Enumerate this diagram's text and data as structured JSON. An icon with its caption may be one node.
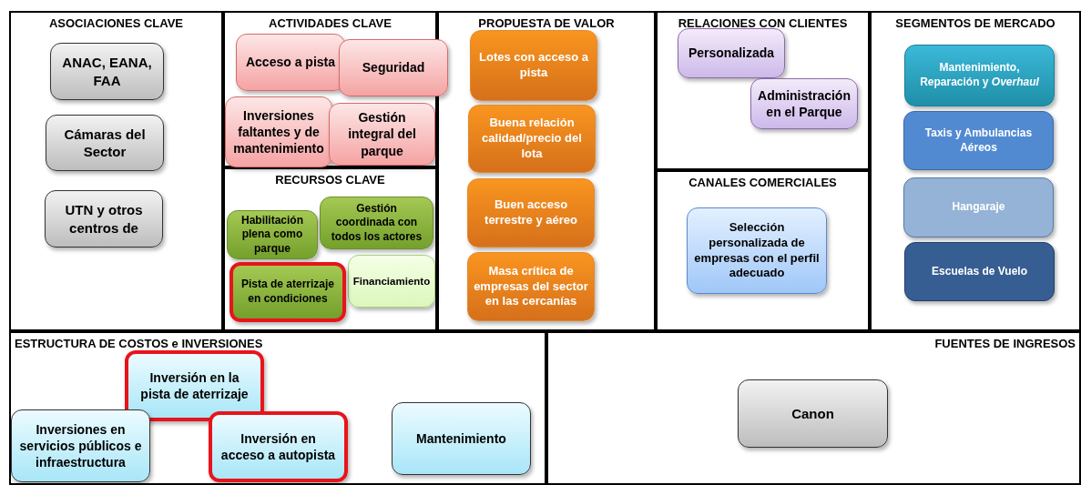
{
  "diagram": {
    "nodes": [
      {
        "text": [
          "ASOCIACIONES CLAVE"
        ]
      },
      {
        "text": [
          "ANAC, EANA, FAA"
        ],
        "in": 0
      },
      {
        "text": [
          "Cámaras del Sector"
        ],
        "in": 0
      },
      {
        "text": [
          "UTN y otros centros de"
        ],
        "in": 0
      },
      {
        "text": [
          "ACTIVIDADES CLAVE"
        ]
      },
      {
        "text": [
          "Acceso a pista"
        ],
        "in": 4
      },
      {
        "text": [
          "Seguridad"
        ],
        "in": 4
      },
      {
        "text": [
          "Inversiones faltantes y de mantenimiento"
        ],
        "in": 4
      },
      {
        "text": [
          "Gestión integral del parque"
        ],
        "in": 4
      },
      {
        "text": [
          "RECURSOS CLAVE"
        ]
      },
      {
        "text": [
          "Habilitación plena como parque"
        ],
        "in": 9
      },
      {
        "text": [
          "Gestión coordinada con todos los actores"
        ],
        "in": 9
      },
      {
        "text": [
          "Financiamiento"
        ],
        "in": 9
      },
      {
        "text": [
          "Pista de aterrizaje en condiciones"
        ],
        "in": 9
      },
      {
        "text": [
          "PROPUESTA DE VALOR"
        ]
      },
      {
        "text": [
          "Lotes con acceso a pista"
        ],
        "in": 14
      },
      {
        "text": [
          "Buena relación calidad/precio del lota"
        ],
        "in": 14
      },
      {
        "text": [
          "Buen acceso terrestre y aéreo"
        ],
        "in": 14
      },
      {
        "text": [
          "Masa crítica de empresas del sector en las cercanías"
        ],
        "in": 14
      },
      {
        "text": [
          "RELACIONES CON CLIENTES"
        ]
      },
      {
        "text": [
          "Personalizada"
        ],
        "in": 19
      },
      {
        "text": [
          "Administración en el Parque"
        ],
        "in": 19
      },
      {
        "text": [
          "CANALES COMERCIALES"
        ]
      },
      {
        "text": [
          "Selección personalizada de empresas con el perfil adecuado"
        ],
        "in": 22
      },
      {
        "text": [
          "SEGMENTOS DE MERCADO"
        ]
      },
      {
        "text": [
          "Mantenimiento, Reparación y *Overhaul*"
        ],
        "in": 24
      },
      {
        "text": [
          "Taxis y Ambulancias Aéreos"
        ],
        "in": 24
      },
      {
        "text": [
          "Hangaraje"
        ],
        "in": 24
      },
      {
        "text": [
          "Escuelas de Vuelo"
        ],
        "in": 24
      },
      {
        "text": [
          "ESTRUCTURA DE COSTOS e INVERSIONES"
        ]
      },
      {
        "text": [
          "Inversión en la pista de aterrizaje"
        ],
        "in": 29
      },
      {
        "text": [
          "Inversiones en servicios públicos e infraestructura"
        ],
        "in": 29
      },
      {
        "text": [
          "Inversión en acceso a autopista"
        ],
        "in": 29
      },
      {
        "text": [
          "Mantenimiento"
        ],
        "in": 29
      },
      {
        "text": [
          "FUENTES DE INGRESOS"
        ]
      },
      {
        "text": [
          "Canon"
        ],
        "in": 34
      }
    ]
  }
}
